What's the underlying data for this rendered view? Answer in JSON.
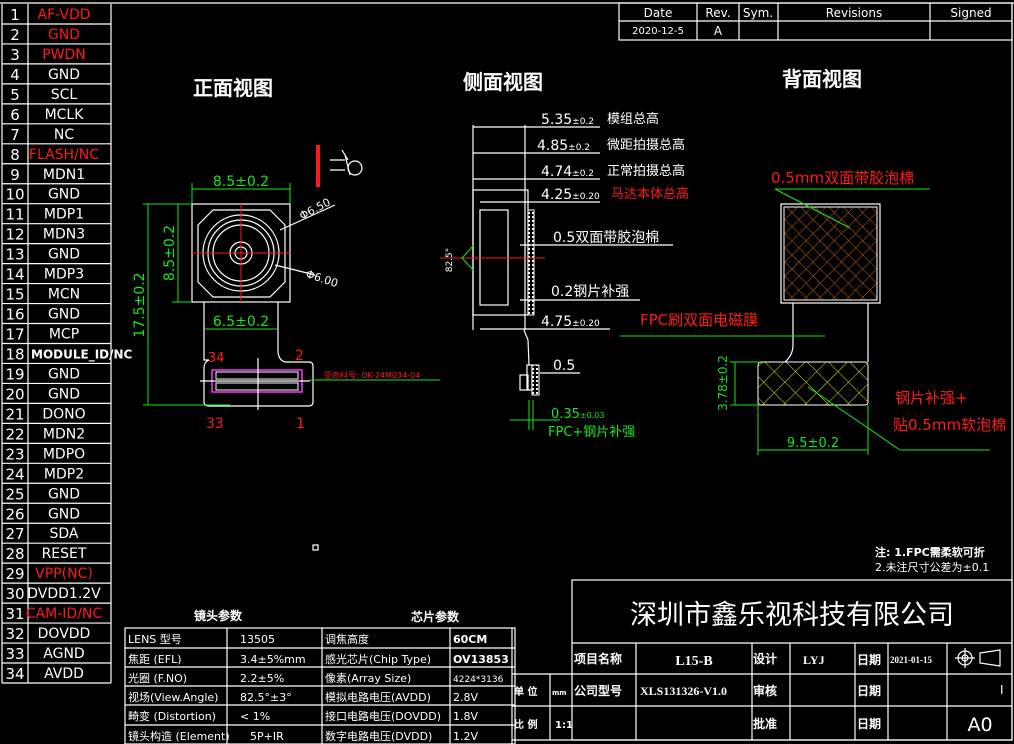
{
  "pins": [
    {
      "n": "1",
      "label": "AF-VDD",
      "color": "#ff1a1a"
    },
    {
      "n": "2",
      "label": "GND",
      "color": "#ff1a1a"
    },
    {
      "n": "3",
      "label": "PWDN",
      "color": "#ff1a1a"
    },
    {
      "n": "4",
      "label": "GND",
      "color": "#ffffff"
    },
    {
      "n": "5",
      "label": "SCL",
      "color": "#ffffff"
    },
    {
      "n": "6",
      "label": "MCLK",
      "color": "#ffffff"
    },
    {
      "n": "7",
      "label": "NC",
      "color": "#ffffff"
    },
    {
      "n": "8",
      "label": "FLASH/NC",
      "color": "#ff1a1a"
    },
    {
      "n": "9",
      "label": "MDN1",
      "color": "#ffffff"
    },
    {
      "n": "10",
      "label": "GND",
      "color": "#ffffff"
    },
    {
      "n": "11",
      "label": "MDP1",
      "color": "#ffffff"
    },
    {
      "n": "12",
      "label": "MDN3",
      "color": "#ffffff"
    },
    {
      "n": "13",
      "label": "GND",
      "color": "#ffffff"
    },
    {
      "n": "14",
      "label": "MDP3",
      "color": "#ffffff"
    },
    {
      "n": "15",
      "label": "MCN",
      "color": "#ffffff"
    },
    {
      "n": "16",
      "label": "GND",
      "color": "#ffffff"
    },
    {
      "n": "17",
      "label": "MCP",
      "color": "#ffffff"
    },
    {
      "n": "18",
      "label": "MODULE_ID/NC",
      "color": "#ffffff"
    },
    {
      "n": "19",
      "label": "GND",
      "color": "#ffffff"
    },
    {
      "n": "20",
      "label": "GND",
      "color": "#ffffff"
    },
    {
      "n": "21",
      "label": "DONO",
      "color": "#ffffff"
    },
    {
      "n": "22",
      "label": "MDN2",
      "color": "#ffffff"
    },
    {
      "n": "23",
      "label": "MDPO",
      "color": "#ffffff"
    },
    {
      "n": "24",
      "label": "MDP2",
      "color": "#ffffff"
    },
    {
      "n": "25",
      "label": "GND",
      "color": "#ffffff"
    },
    {
      "n": "26",
      "label": "GND",
      "color": "#ffffff"
    },
    {
      "n": "27",
      "label": "SDA",
      "color": "#ffffff"
    },
    {
      "n": "28",
      "label": "RESET",
      "color": "#ffffff"
    },
    {
      "n": "29",
      "label": "VPP(NC)",
      "color": "#ff1a1a"
    },
    {
      "n": "30",
      "label": "DVDD1.2V",
      "color": "#ffffff"
    },
    {
      "n": "31",
      "label": "CAM-ID/NC",
      "color": "#ff1a1a"
    },
    {
      "n": "32",
      "label": "DOVDD",
      "color": "#ffffff"
    },
    {
      "n": "33",
      "label": "AGND",
      "color": "#ffffff"
    },
    {
      "n": "34",
      "label": "AVDD",
      "color": "#ffffff"
    }
  ],
  "revisions": {
    "headers": [
      "Date",
      "Rev.",
      "Sym.",
      "Revisions",
      "Signed"
    ],
    "rows": [
      [
        "2020-12-5",
        "A",
        "",
        "",
        ""
      ]
    ]
  },
  "views": {
    "front": "正面视图",
    "side": "侧面视图",
    "back": "背面视图"
  },
  "front_dims": {
    "width_top": "8.5±0.2",
    "height_body": "8.5±0.2",
    "height_total": "17.5±0.2",
    "fpc_width": "6.5±0.2",
    "dia_outer": "Φ6.50",
    "dia_inner": "Φ6.00",
    "pin34": "34",
    "pin2": "2",
    "pin33": "33",
    "pin1": "1",
    "part_no": "亚奇料号: OK-24M034-04"
  },
  "side_dims": [
    {
      "value": "5.35",
      "tol": "±0.2",
      "desc": "模组总高",
      "desc_color": "#ffffff"
    },
    {
      "value": "4.85",
      "tol": "±0.2",
      "desc": "微距拍摄总高",
      "desc_color": "#ffffff"
    },
    {
      "value": "4.74",
      "tol": "±0.2",
      "desc": "正常拍摄总高",
      "desc_color": "#ffffff"
    },
    {
      "value": "4.25",
      "tol": "±0.20",
      "desc": "马达本体总高",
      "desc_color": "#ff1a1a"
    }
  ],
  "side_notes": {
    "foam": "0.5双面带胶泡棉",
    "steel": "0.2钢片补强",
    "dim475": "4.75",
    "tol475": "±0.20",
    "dim05": "0.5",
    "dim035": "0.35",
    "tol035": "±0.03",
    "fpc_steel": "FPC+钢片补强",
    "angle": "82.5°"
  },
  "back_notes": {
    "foam": "0.5mm双面带胶泡棉",
    "emi": "FPC刷双面电磁膜",
    "steel_line1": "钢片补强+",
    "steel_line2": "贴0.5mm软泡棉",
    "height": "3.78±0.2",
    "width": "9.5±0.2"
  },
  "notes": {
    "line1": "注: 1.FPC需柔软可折",
    "line2": "2.未注尺寸公差为±0.1"
  },
  "lens_params": {
    "title": "镜头参数",
    "rows": [
      [
        "LENS 型号",
        "13505"
      ],
      [
        "焦距 (EFL)",
        "3.4±5%mm"
      ],
      [
        "光圈 (F.NO)",
        "2.2±5%"
      ],
      [
        "视场(View.Angle)",
        "82.5°±3°"
      ],
      [
        "畸变 (Distortion)",
        "< 1%"
      ],
      [
        "镜头构造 (Element)",
        "5P+IR"
      ]
    ]
  },
  "chip_params": {
    "title": "芯片参数",
    "rows": [
      [
        "调焦高度",
        "60CM"
      ],
      [
        "感光芯片(Chip Type)",
        "OV13853"
      ],
      [
        "像素(Array Size)",
        "4224*3136"
      ],
      [
        "模拟电路电压(AVDD)",
        "2.8V"
      ],
      [
        "接口电路电压(DOVDD)",
        "1.8V"
      ],
      [
        "数字电路电压(DVDD)",
        "1.2V"
      ]
    ]
  },
  "title_block": {
    "company": "深圳市鑫乐视科技有限公司",
    "project_label": "项目名称",
    "project": "L15-B",
    "model_label": "公司型号",
    "model": "XLS131326-V1.0",
    "design_label": "设计",
    "designer": "LYJ",
    "review_label": "审核",
    "approve_label": "批准",
    "date_label": "日期",
    "date": "2021-01-15",
    "unit_label": "单 位",
    "unit": "mm",
    "scale_label": "比 例",
    "scale": "1:1",
    "sheet": "A0",
    "mark": "I"
  }
}
